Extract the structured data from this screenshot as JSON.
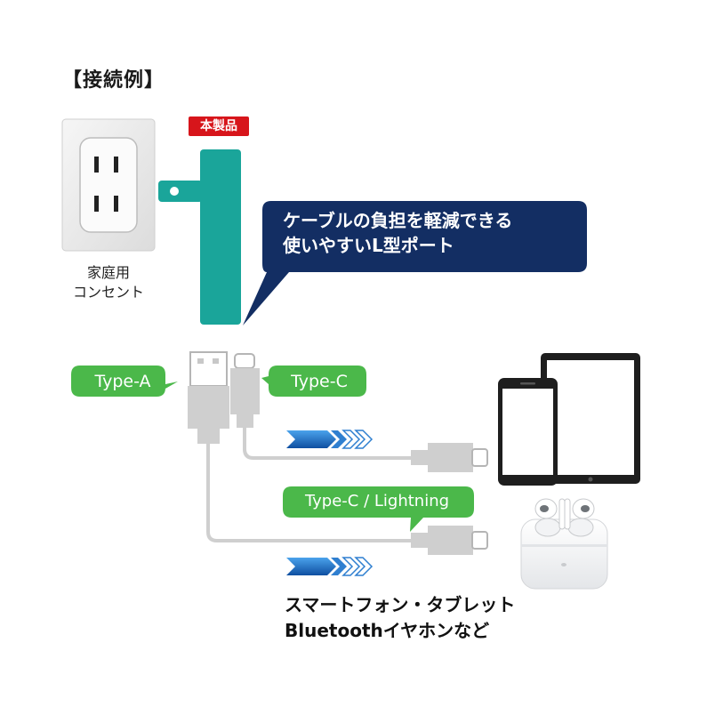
{
  "title": "【接続例】",
  "outlet": {
    "caption_line1": "家庭用",
    "caption_line2": "コンセント"
  },
  "product": {
    "badge": "本製品",
    "callout_line1": "ケーブルの負担を軽減できる",
    "callout_line2": "使いやすいL型ポート"
  },
  "ports": {
    "type_a_label": "Type-A",
    "type_c_label": "Type-C"
  },
  "device_connector_label": "Type-C / Lightning",
  "devices": {
    "caption_line1": "スマートフォン・タブレット",
    "caption_line2": "Bluetoothイヤホンなど"
  },
  "colors": {
    "teal": "#1aa59a",
    "navy": "#132e63",
    "green": "#4bb84a",
    "red": "#d7151b",
    "arrow_blue": "#1f6fc2",
    "cable_gray": "#cfcfcf"
  },
  "icons": [
    "wall-outlet-icon",
    "charger-icon",
    "usb-a-plug-icon",
    "usb-c-plug-icon",
    "arrow-right-icon",
    "tablet-icon",
    "smartphone-icon",
    "earbuds-case-icon"
  ]
}
